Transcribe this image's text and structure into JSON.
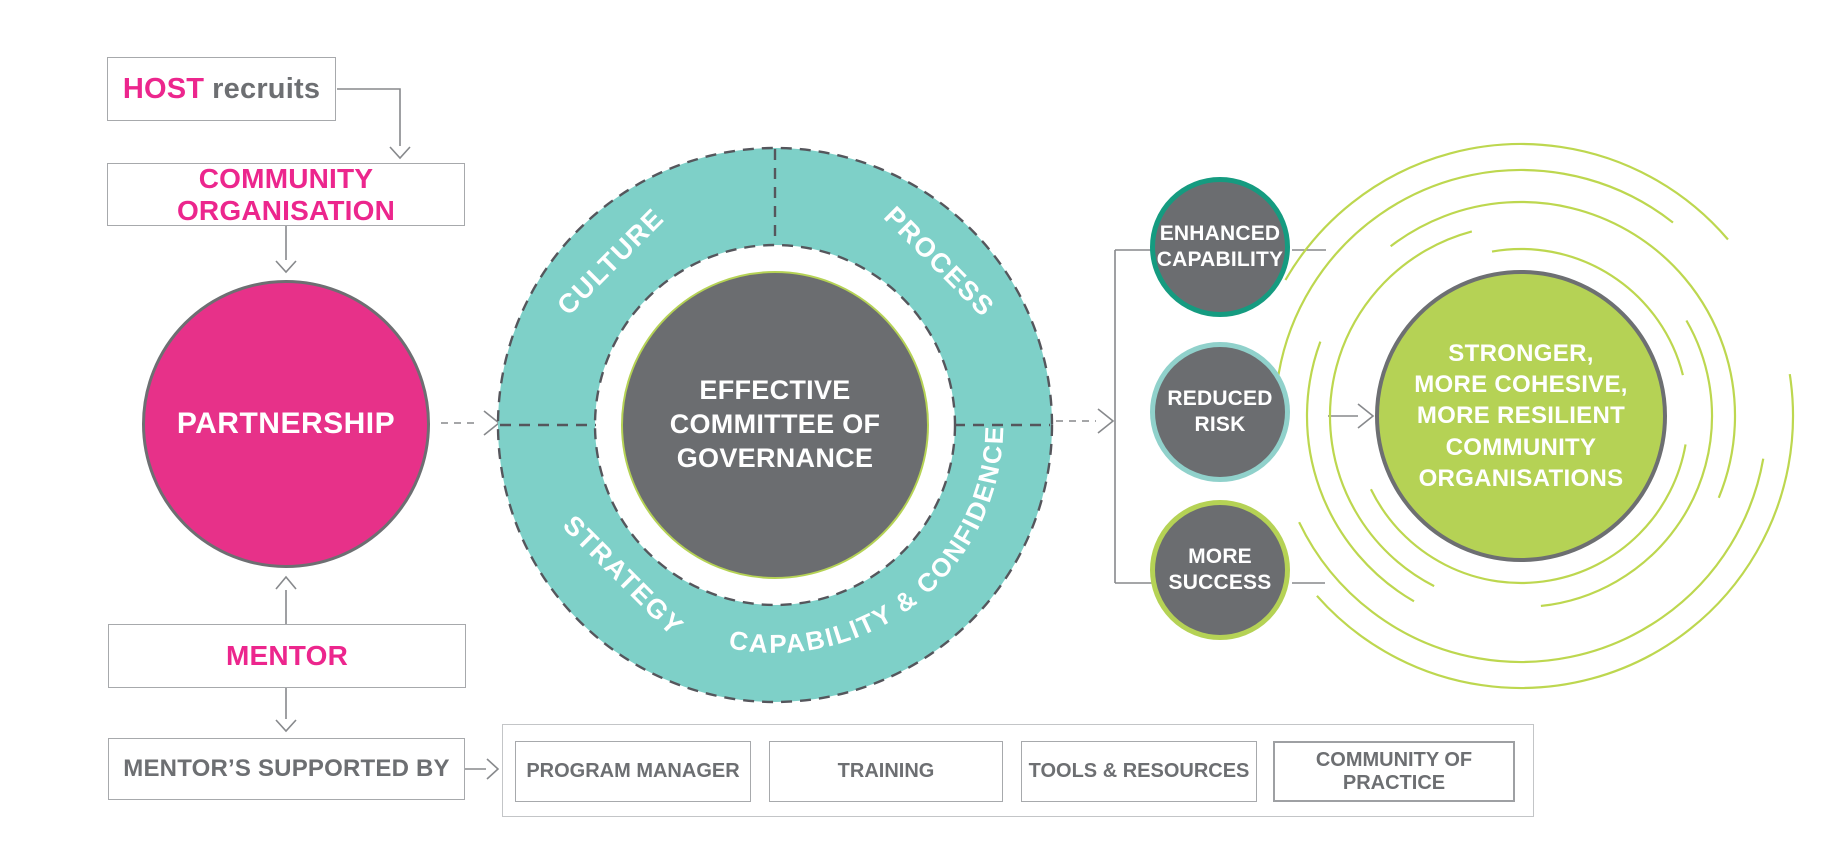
{
  "colors": {
    "pink": "#e73189",
    "pink_text": "#ec268d",
    "teal_ring": "#7ed0c8",
    "dash_gray": "#55565c",
    "dark_gray_fill": "#6b6d70",
    "gray_text": "#6d6f72",
    "line_gray": "#87898c",
    "lime": "#b5d255",
    "lime_arcs": "#bdd74f",
    "outcome_border_1": "#159b80",
    "outcome_border_2": "#90d1cb",
    "outcome_border_3": "#b5d255"
  },
  "flow": {
    "host_box": {
      "highlight": "HOST",
      "rest": "recruits"
    },
    "community_box": "COMMUNITY ORGANISATION",
    "partnership_circle": "PARTNERSHIP",
    "mentor_box": "MENTOR",
    "supported_box": "MENTOR’S SUPPORTED BY"
  },
  "supports": {
    "items": [
      {
        "label": "PROGRAM MANAGER"
      },
      {
        "label": "TRAINING"
      },
      {
        "label": "TOOLS & RESOURCES"
      },
      {
        "label": "COMMUNITY OF PRACTICE"
      }
    ]
  },
  "governance": {
    "ring": {
      "top_left": "CULTURE",
      "top_right": "PROCESS",
      "bottom_left": "STRATEGY",
      "bottom_arc": "CAPABILITY & CONFIDENCE"
    },
    "center": "EFFECTIVE\nCOMMITTEE OF\nGOVERNANCE"
  },
  "outcomes": {
    "circles": [
      {
        "label": "ENHANCED\nCAPABILITY"
      },
      {
        "label": "REDUCED\nRISK"
      },
      {
        "label": "MORE\nSUCCESS"
      }
    ]
  },
  "result_circle": {
    "label": "STRONGER,\nMORE COHESIVE,\nMORE RESILIENT\nCOMMUNITY\nORGANISATIONS"
  }
}
